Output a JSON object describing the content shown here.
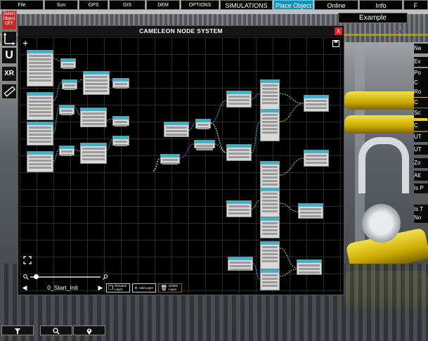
{
  "topbar": {
    "items": [
      {
        "label": "File",
        "w": 62
      },
      {
        "label": "Sun",
        "w": 48
      },
      {
        "label": "GPS",
        "w": 42
      },
      {
        "label": "GIS",
        "w": 52
      },
      {
        "label": "DEM",
        "w": 48
      },
      {
        "label": "OPTIONS",
        "w": 55
      },
      {
        "label": "SIMULATIONS",
        "w": 75
      },
      {
        "label": "Place Object",
        "w": 57
      },
      {
        "label": "Online",
        "w": 63
      },
      {
        "label": "Info",
        "w": 62
      },
      {
        "label": "F",
        "w": 35
      }
    ],
    "active_index": 7
  },
  "example_label": "Example",
  "left_tools": {
    "select_object": "Select Object OFF",
    "magnet_label": "U",
    "xr_label": "XR"
  },
  "right_panel": {
    "labels": [
      "Na",
      "Ex",
      "Po",
      "C",
      "Ro",
      "C",
      "Sc",
      "C",
      "UT",
      "UT",
      "Zo",
      "Alt",
      "Is P",
      "Is T",
      "No"
    ]
  },
  "node_window": {
    "title": "CAMELEON NODE SYSTEM",
    "close_label": "X",
    "layer_name": "0_Start_Init",
    "buttons": [
      {
        "label": "Rename Layer",
        "icon": "copy-icon"
      },
      {
        "label": "Add Layer",
        "icon": "plus-icon"
      },
      {
        "label": "Delete Layer",
        "icon": "trash-icon"
      }
    ],
    "zoom_fraction": 0.05
  },
  "colors": {
    "accent": "#3cb3c9",
    "active_tab": "#1a8fb0",
    "close": "#e02020",
    "select_off": "#c62828",
    "wire_cyan": "#33d6f0",
    "wire_magenta": "#e040fb",
    "wire_yellow": "#f0d040"
  }
}
